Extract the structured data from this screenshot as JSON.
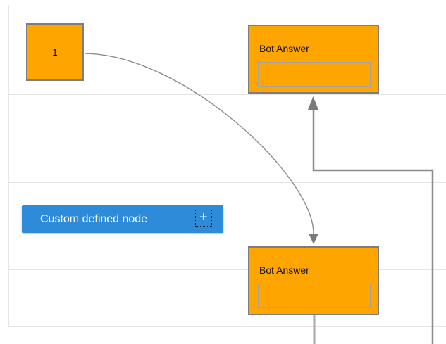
{
  "diagram": {
    "node_1": {
      "label": "1"
    },
    "bot_answer_top": {
      "title": "Bot Answer",
      "input_value": ""
    },
    "bot_answer_bottom": {
      "title": "Bot Answer",
      "input_value": ""
    },
    "palette_item": {
      "label": "Custom defined node",
      "add_icon": "+"
    },
    "connections": [
      {
        "from": "node-1",
        "to": "bot-answer-bottom",
        "style": "curved",
        "arrow": "down"
      },
      {
        "from": "offscreen-bottom-right",
        "to": "bot-answer-top",
        "style": "orthogonal",
        "arrow": "up"
      },
      {
        "from": "bot-answer-bottom",
        "to": "offscreen-bottom",
        "style": "straight",
        "arrow": "none"
      }
    ]
  },
  "colors": {
    "node_fill_orange": "#FFA500",
    "node_border_gray": "#7D7D7D",
    "inner_box_border": "#A3A3A3",
    "palette_blue": "#2E8BD9",
    "palette_text": "#FFFFFF",
    "connector_gray": "#8C8C8C",
    "arrowhead_gray": "#7A7A7A",
    "grid_line": "#E4E4E4",
    "canvas_bg": "#FFFFFF"
  }
}
